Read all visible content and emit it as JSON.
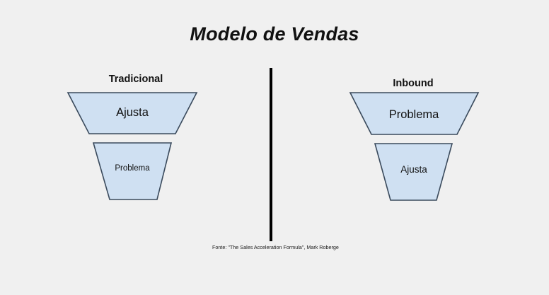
{
  "slide": {
    "title": "Modelo de Vendas",
    "background_color": "#f0f0f0",
    "shape_fill_color": "#cfe0f2",
    "shape_stroke_color": "#3a4a5c",
    "divider_color": "#000000"
  },
  "funnels": {
    "left": {
      "heading": "Tradicional",
      "stages": [
        {
          "label": "Ajusta",
          "position": "top"
        },
        {
          "label": "Problema",
          "position": "bottom"
        }
      ]
    },
    "right": {
      "heading": "Inbound",
      "stages": [
        {
          "label": "Problema",
          "position": "top"
        },
        {
          "label": "Ajusta",
          "position": "bottom"
        }
      ]
    }
  },
  "citation": {
    "text": "Fonte: \"The Sales Acceleration Formula\", Mark Roberge"
  }
}
